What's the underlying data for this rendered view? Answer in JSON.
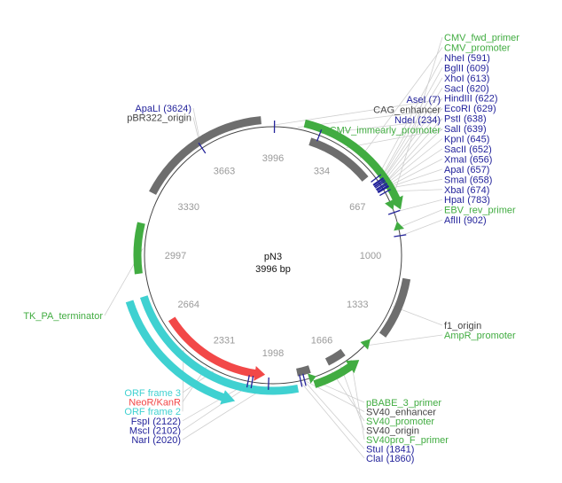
{
  "plasmid": {
    "name": "pN3",
    "size_label": "3996 bp",
    "length": 3996
  },
  "colors": {
    "green": "#41ac41",
    "gray": "#6e6e6e",
    "cyan": "#3fd1d1",
    "red": "#f24848",
    "site": "#23239b",
    "backbone": "#444444",
    "leader": "#cfcfcf",
    "tick_text": "#9a9a9a"
  },
  "tick_labels": [
    "3996",
    "334",
    "667",
    "1000",
    "1333",
    "1666",
    "1998",
    "2331",
    "2664",
    "2997",
    "3330",
    "3663"
  ],
  "features": [
    {
      "name": "CMV_promoter",
      "start": 150,
      "end": 780,
      "track": 0,
      "color": "green",
      "dir": 1
    },
    {
      "name": "CMV_immearly_promoter",
      "start": 200,
      "end": 560,
      "track": 1,
      "color": "gray",
      "dir": 0
    },
    {
      "name": "CMV_fwd_primer",
      "start": 700,
      "end": 770,
      "track": -1,
      "color": "green",
      "dir": 1
    },
    {
      "name": "EBV_rev_primer",
      "start": 830,
      "end": 890,
      "track": -1,
      "color": "green",
      "dir": -1
    },
    {
      "name": "f1_origin",
      "start": 1110,
      "end": 1400,
      "track": 0,
      "color": "gray",
      "dir": 0
    },
    {
      "name": "AmpR_promoter",
      "start": 1450,
      "end": 1520,
      "track": -1,
      "color": "green",
      "dir": -1
    },
    {
      "name": "SV40_promoter",
      "start": 1560,
      "end": 1800,
      "track": 0,
      "color": "green",
      "dir": -1
    },
    {
      "name": "SV40_origin",
      "start": 1600,
      "end": 1700,
      "track": 1,
      "color": "gray",
      "dir": 0
    },
    {
      "name": "SV40_enhancer",
      "start": 1800,
      "end": 1870,
      "track": 1,
      "color": "gray",
      "dir": 0
    },
    {
      "name": "pBABE_3_primer",
      "start": 1780,
      "end": 1830,
      "track": -1,
      "color": "green",
      "dir": -1
    },
    {
      "name": "NeoR/KanR",
      "start": 2040,
      "end": 2640,
      "track": 1,
      "color": "red",
      "dir": -1
    },
    {
      "name": "ORF frame 3",
      "start": 1880,
      "end": 2800,
      "track": 0,
      "color": "cyan",
      "dir": 0
    },
    {
      "name": "ORF frame 2",
      "start": 2160,
      "end": 2800,
      "track": 2,
      "color": "cyan",
      "dir": -1
    },
    {
      "name": "TK_PA_terminator",
      "start": 2910,
      "end": 3150,
      "track": 0,
      "color": "green",
      "dir": 0
    },
    {
      "name": "pBR322_origin",
      "start": 3300,
      "end": 3940,
      "track": 0,
      "color": "gray",
      "dir": 0
    }
  ],
  "sites": [
    {
      "pos": 7
    },
    {
      "pos": 234
    },
    {
      "pos": 591
    },
    {
      "pos": 609
    },
    {
      "pos": 613
    },
    {
      "pos": 620
    },
    {
      "pos": 622
    },
    {
      "pos": 629
    },
    {
      "pos": 638
    },
    {
      "pos": 639
    },
    {
      "pos": 645
    },
    {
      "pos": 652
    },
    {
      "pos": 656
    },
    {
      "pos": 657
    },
    {
      "pos": 658
    },
    {
      "pos": 674
    },
    {
      "pos": 783
    },
    {
      "pos": 902
    },
    {
      "pos": 1841
    },
    {
      "pos": 1860
    },
    {
      "pos": 2020
    },
    {
      "pos": 2102
    },
    {
      "pos": 2122
    },
    {
      "pos": 3624
    }
  ],
  "labels": [
    {
      "text": "CMV_fwd_primer",
      "color": "green",
      "pos": 730
    },
    {
      "text": "CMV_promoter",
      "color": "green",
      "pos": 465
    },
    {
      "text": "NheI (591)",
      "color": "site",
      "pos": 591
    },
    {
      "text": "BglII (609)",
      "color": "site",
      "pos": 609
    },
    {
      "text": "XhoI (613)",
      "color": "site",
      "pos": 613
    },
    {
      "text": "SacI (620)",
      "color": "site",
      "pos": 620
    },
    {
      "text": "HindIII (622)",
      "color": "site",
      "pos": 622
    },
    {
      "text": "EcoRI (629)",
      "color": "site",
      "pos": 629
    },
    {
      "text": "PstI (638)",
      "color": "site",
      "pos": 638
    },
    {
      "text": "SalI (639)",
      "color": "site",
      "pos": 639
    },
    {
      "text": "KpnI (645)",
      "color": "site",
      "pos": 645
    },
    {
      "text": "SacII (652)",
      "color": "site",
      "pos": 652
    },
    {
      "text": "XmaI (656)",
      "color": "site",
      "pos": 656
    },
    {
      "text": "ApaI (657)",
      "color": "site",
      "pos": 657
    },
    {
      "text": "SmaI (658)",
      "color": "site",
      "pos": 658
    },
    {
      "text": "XbaI (674)",
      "color": "site",
      "pos": 674
    },
    {
      "text": "HpaI (783)",
      "color": "site",
      "pos": 783
    },
    {
      "text": "EBV_rev_primer",
      "color": "green",
      "pos": 860
    },
    {
      "text": "AflII (902)",
      "color": "site",
      "pos": 902
    },
    {
      "text": "AseI (7)",
      "color": "site",
      "pos": 7
    },
    {
      "text": "CAG_enhancer",
      "color": "backbone",
      "pos": 120
    },
    {
      "text": "NdeI (234)",
      "color": "site",
      "pos": 234
    },
    {
      "text": "CMV_immearly_promoter",
      "color": "green",
      "pos": 380
    },
    {
      "text": "ApaLI (3624)",
      "color": "site",
      "pos": 3624
    },
    {
      "text": "pBR322_origin",
      "color": "backbone",
      "pos": 3620
    },
    {
      "text": "TK_PA_terminator",
      "color": "green",
      "pos": 3030
    },
    {
      "text": "f1_origin",
      "color": "backbone",
      "pos": 1255
    },
    {
      "text": "AmpR_promoter",
      "color": "green",
      "pos": 1485
    },
    {
      "text": "pBABE_3_primer",
      "color": "green",
      "pos": 1805
    },
    {
      "text": "SV40_enhancer",
      "color": "backbone",
      "pos": 1835
    },
    {
      "text": "SV40_promoter",
      "color": "green",
      "pos": 1700
    },
    {
      "text": "SV40_origin",
      "color": "backbone",
      "pos": 1650
    },
    {
      "text": "SV40pro_F_primer",
      "color": "green",
      "pos": 1590
    },
    {
      "text": "StuI (1841)",
      "color": "site",
      "pos": 1841
    },
    {
      "text": "ClaI (1860)",
      "color": "site",
      "pos": 1860
    },
    {
      "text": "ORF frame 3",
      "color": "cyan",
      "pos": 2300
    },
    {
      "text": "NeoR/KanR",
      "color": "red",
      "pos": 2340
    },
    {
      "text": "ORF frame 2",
      "color": "cyan",
      "pos": 2480
    },
    {
      "text": "FspI (2122)",
      "color": "site",
      "pos": 2122
    },
    {
      "text": "MscI (2102)",
      "color": "site",
      "pos": 2102
    },
    {
      "text": "NarI (2020)",
      "color": "site",
      "pos": 2020
    }
  ]
}
